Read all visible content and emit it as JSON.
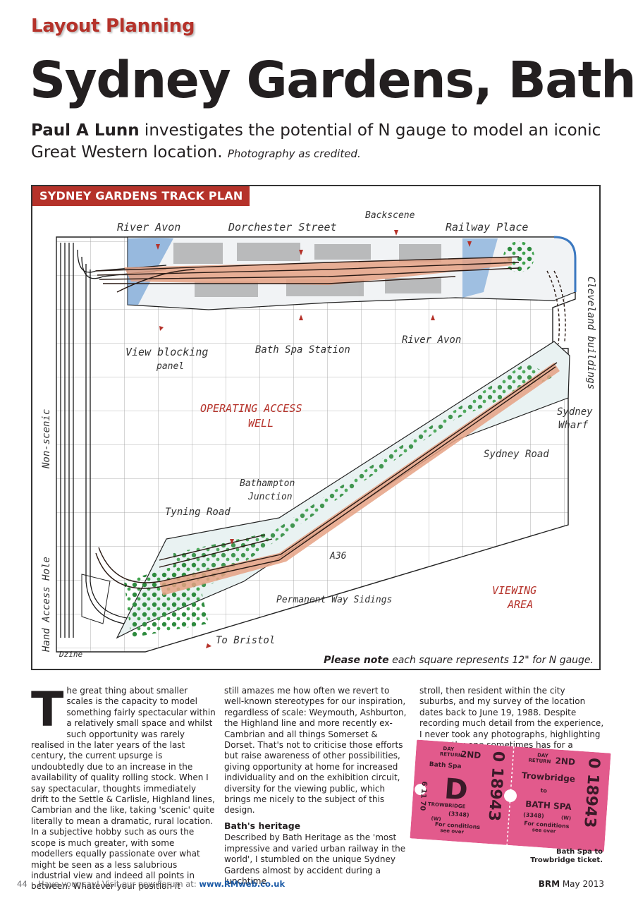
{
  "header": {
    "kicker": "Layout Planning",
    "title": "Sydney Gardens, Bath",
    "author": "Paul A Lunn",
    "standfirst": " investigates the potential of N gauge to model an iconic Great Western location. ",
    "credit": "Photography as credited."
  },
  "track_plan": {
    "tab_label": "SYDNEY GARDENS TRACK PLAN",
    "labels": {
      "river_avon_top": "River Avon",
      "dorchester_street": "Dorchester Street",
      "backscene": "Backscene",
      "railway_place": "Railway Place",
      "cleveland_buildings": "Cleveland buildings",
      "view_blocking": "View blocking",
      "panel": "panel",
      "bath_spa_station": "Bath Spa Station",
      "river_avon_mid": "River Avon",
      "operating_1": "OPERATING ACCESS",
      "operating_2": "WELL",
      "sydney": "Sydney",
      "wharf": "Wharf",
      "sydney_road": "Sydney Road",
      "non_scenic": "Non-scenic",
      "bathampton_1": "Bathampton",
      "bathampton_2": "Junction",
      "tyning_road": "Tyning Road",
      "a36": "A36",
      "hand_access_hole": "Hand Access Hole",
      "permanent_way": "Permanent Way Sidings",
      "viewing_1": "VIEWING",
      "viewing_2": "AREA",
      "to_bristol": "To Bristol",
      "dzine": "Dzine"
    },
    "note_bold": "Please note",
    "note_rest": " each square represents 12\" for N gauge."
  },
  "article": {
    "dropcap": "T",
    "col1_p1": "he great thing about smaller scales is the capacity to model something fairly spectacular within a relatively small space and whilst such opportunity was rarely realised in the later years of the last century, the current upsurge is undoubtedly due to an increase in the availability of quality rolling stock. When I say spectacular, thoughts immediately drift to the Settle & Carlisle, Highland lines, Cambrian and the like, taking 'scenic' quite literally to mean a dramatic, rural location. In a subjective hobby such as ours the scope is much greater, with some modellers equally passionate over what might be seen as a less salubrious industrial view and indeed all points in between. Whatever your position it",
    "col2_p1": "still amazes me how often we revert to well-known stereotypes for our inspiration, regardless of scale: Weymouth, Ashburton, the Highland line and more recently ex-Cambrian and all things Somerset & Dorset. That's not to criticise those efforts but raise awareness of other possibilities, giving opportunity at home for increased individuality and on the exhibition circuit, diversity for the viewing public, which brings me nicely to the subject of this design.",
    "col2_heading": "Bath's heritage",
    "col2_p2": "Described by Bath Heritage as the 'most impressive and varied urban railway in the world', I stumbled on the unique Sydney Gardens almost by accident during a lunchtime",
    "col3_p1": "stroll, then resident within the city suburbs, and my survey of the location dates back to June 19, 1988. Despite recording much detail from the experience, I never took any photographs, highlighting the apathy one sometimes has for a"
  },
  "ticket": {
    "left_day": "DAY",
    "left_return": "RETURN",
    "left_class": "2ND",
    "left_from": "Bath Spa",
    "left_letter": "D",
    "left_date": "6 11 70",
    "left_dest": "TROWBRIDGE",
    "left_code": "(3348)",
    "left_w": "(W)",
    "left_cond_1": "For conditions",
    "left_cond_2": "see over",
    "left_number": "0 18943",
    "right_day": "DAY",
    "right_return": "RETURN",
    "right_class": "2ND",
    "right_from": "Trowbridge",
    "right_to": "to",
    "right_dest": "BATH SPA",
    "right_code": "(3348)",
    "right_w": "(W)",
    "right_cond_1": "For conditions",
    "right_cond_2": "see over",
    "right_number": "0 18943",
    "colors": {
      "paper": "#e25a8c",
      "ink": "#3a1a28"
    }
  },
  "caption": {
    "line1": "Bath Spa to",
    "line2": "Trowbridge ticket."
  },
  "footer": {
    "page_number": "44",
    "message": "Have your say! Visit our new Forum at: ",
    "url": "www.RMweb.co.uk",
    "magazine": "BRM",
    "issue": " May 2013"
  },
  "colors": {
    "accent": "#b5322a",
    "water": "#4a86c8",
    "track_bed": "#e5a184",
    "trees": "#2e8b3e"
  }
}
